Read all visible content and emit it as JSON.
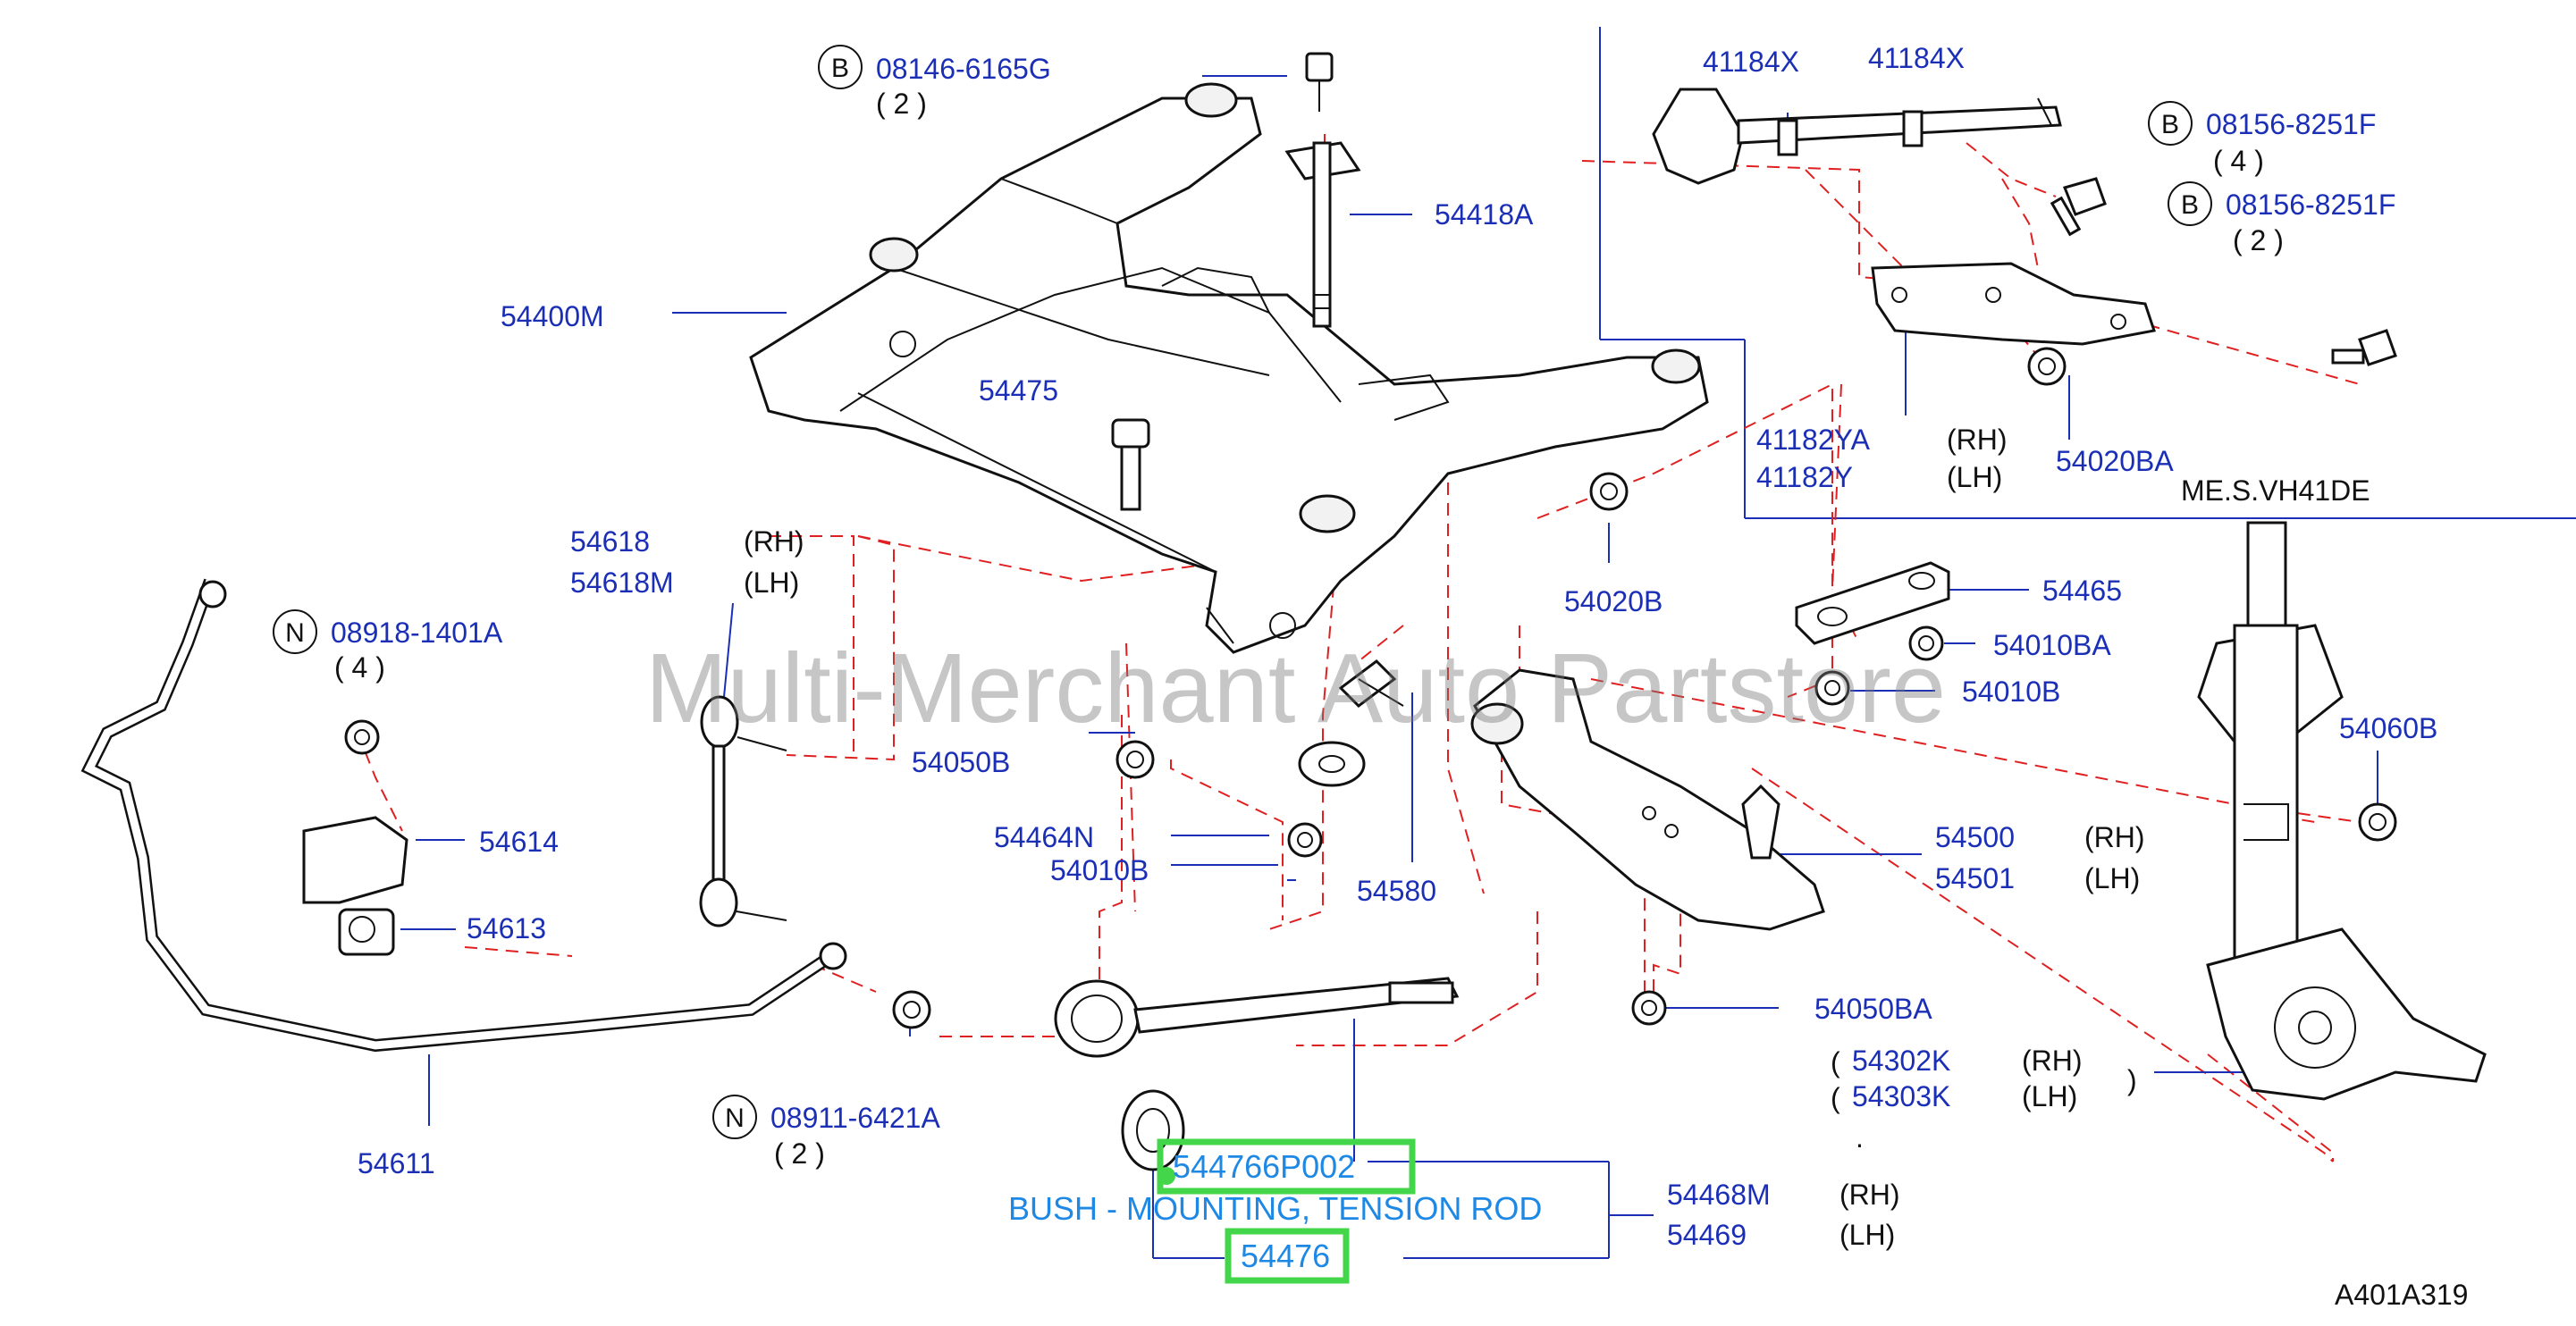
{
  "watermark": "Multi-Merchant Auto Partstore",
  "diagram_code": "A401A319",
  "engine_note": "ME.S.VH41DE",
  "highlight": {
    "part1": "544766P002",
    "description": "BUSH - MOUNTING, TENSION ROD",
    "part2": "54476",
    "color": "#43d64a"
  },
  "callouts": {
    "b1": {
      "letter": "B",
      "number": "08146-6165G",
      "qty": "( 2 )"
    },
    "b2": {
      "letter": "B",
      "number": "08156-8251F",
      "qty": "( 4 )"
    },
    "b3": {
      "letter": "B",
      "number": "08156-8251F",
      "qty": "( 2 )"
    },
    "n1": {
      "letter": "N",
      "number": "08918-1401A",
      "qty": "( 4 )"
    },
    "n2": {
      "letter": "N",
      "number": "08911-6421A",
      "qty": "( 2 )"
    }
  },
  "labels": {
    "p54418A": "54418A",
    "p54400M": "54400M",
    "p54475": "54475",
    "p41184X_a": "41184X",
    "p41184X_b": "41184X",
    "p41182YA": "41182YA",
    "p41182Y": "41182Y",
    "p54020BA": "54020BA",
    "p54020B": "54020B",
    "p54618": "54618",
    "p54618M": "54618M",
    "p54465": "54465",
    "p54010BA": "54010BA",
    "p54010B_r": "54010B",
    "p54060B": "54060B",
    "p54050B": "54050B",
    "p54464N": "54464N",
    "p54010B_l": "54010B",
    "p54580": "54580",
    "p54500": "54500",
    "p54501": "54501",
    "p54614": "54614",
    "p54613": "54613",
    "p54050BA": "54050BA",
    "p54302K": "54302K",
    "p54303K": "54303K",
    "p54611": "54611",
    "p54468M": "54468M",
    "p54469": "54469"
  },
  "sides": {
    "rh": "(RH)",
    "lh": "(LH)",
    "paren_open": "(",
    "paren_close": ")",
    "dot": "."
  }
}
